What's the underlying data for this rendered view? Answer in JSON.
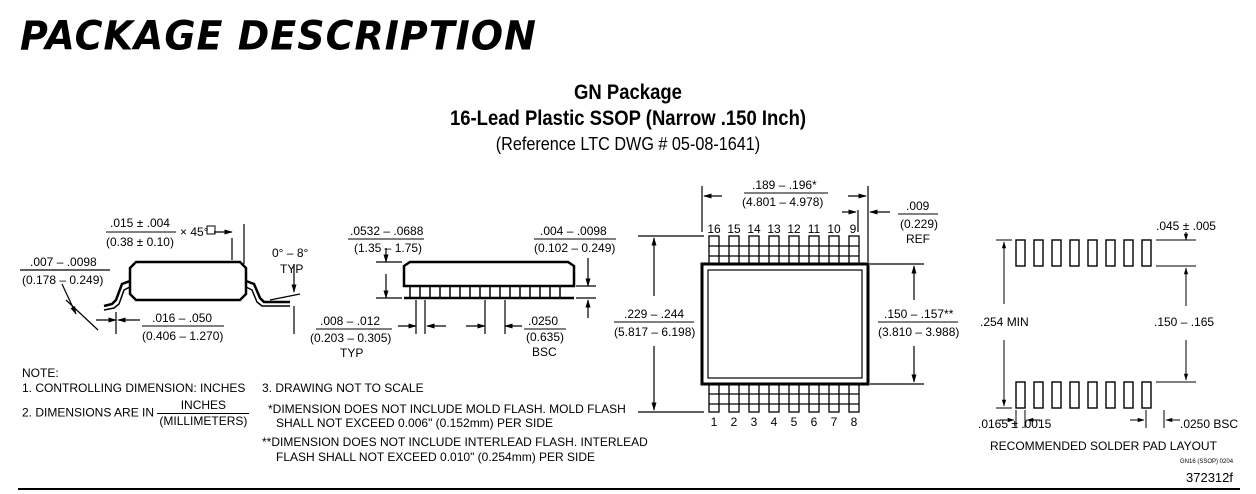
{
  "header": {
    "title": "PACKAGE DESCRIPTION"
  },
  "package": {
    "name": "GN Package",
    "description": "16-Lead Plastic SSOP (Narrow .150 Inch)",
    "reference": "(Reference LTC DWG # 05-08-1641)"
  },
  "side_view": {
    "chamfer": ".015 ± .004",
    "chamfer_mm": "(0.38 ± 0.10)",
    "chamfer_angle": "× 45°",
    "lead_thickness": ".007 – .0098",
    "lead_thickness_mm": "(0.178 – 0.249)",
    "angle": "0° – 8°",
    "angle_note": "TYP",
    "foot_length": ".016 – .050",
    "foot_length_mm": "(0.406 – 1.270)"
  },
  "front_view": {
    "height": ".0532 – .0688",
    "height_mm": "(1.35 – 1.75)",
    "standoff": ".004 – .0098",
    "standoff_mm": "(0.102 – 0.249)",
    "lead_width": ".008 – .012",
    "lead_width_mm": "(0.203 – 0.305)",
    "lead_width_note": "TYP",
    "pitch": ".0250",
    "pitch_mm": "(0.635)",
    "pitch_note": "BSC"
  },
  "top_view": {
    "length": ".189 – .196*",
    "length_mm": "(4.801 – 4.978)",
    "ref": ".009",
    "ref_mm": "(0.229)",
    "ref_note": "REF",
    "overall_width": ".229 – .244",
    "overall_width_mm": "(5.817 – 6.198)",
    "body_width": ".150 – .157**",
    "body_width_mm": "(3.810 – 3.988)",
    "top_pins": [
      "16",
      "15",
      "14",
      "13",
      "12",
      "11",
      "10",
      "9"
    ],
    "bottom_pins": [
      "1",
      "2",
      "3",
      "4",
      "5",
      "6",
      "7",
      "8"
    ]
  },
  "pad_layout": {
    "pad_length": ".045 ± .005",
    "span": ".254 MIN",
    "inner": ".150 – .165",
    "pad_width": ".0165 ± .0015",
    "pitch": ".0250 BSC",
    "caption": "RECOMMENDED SOLDER PAD LAYOUT"
  },
  "notes": {
    "heading": "NOTE:",
    "n1": "1. CONTROLLING DIMENSION: INCHES",
    "n2_prefix": "2. DIMENSIONS ARE IN",
    "n2_num": "INCHES",
    "n2_den": "(MILLIMETERS)",
    "n3": "3. DRAWING NOT TO SCALE",
    "star1_a": "*DIMENSION DOES NOT INCLUDE MOLD FLASH. MOLD FLASH",
    "star1_b": "SHALL NOT EXCEED 0.006\" (0.152mm) PER SIDE",
    "star2_a": "**DIMENSION DOES NOT INCLUDE INTERLEAD FLASH. INTERLEAD",
    "star2_b": "FLASH SHALL NOT EXCEED 0.010\" (0.254mm) PER SIDE"
  },
  "footer": {
    "drawing_code": "GN16 (SSOP) 0204",
    "part_number": "372312f"
  }
}
